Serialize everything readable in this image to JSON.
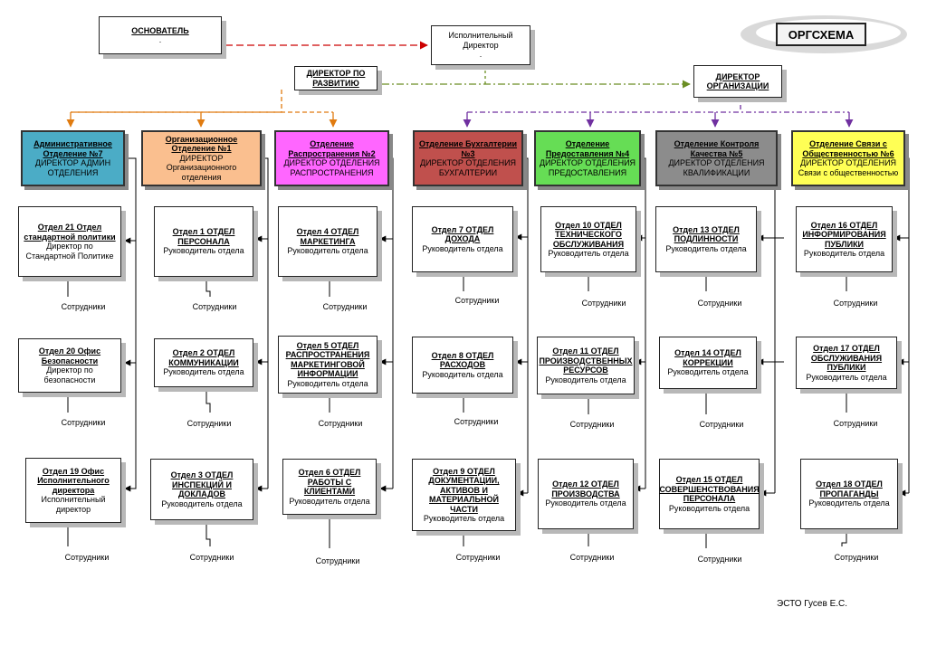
{
  "logo": {
    "title": "ОРГСХЕМА"
  },
  "author": "ЭСТО Гусев Е.С.",
  "top": {
    "founder": {
      "title": "ОСНОВАТЕЛЬ",
      "sub": "."
    },
    "exec": {
      "title": "Исполнительный Директор",
      "sub": "."
    },
    "dev": {
      "title": "ДИРЕКТОР ПО РАЗВИТИЮ"
    },
    "org": {
      "title": "ДИРЕКТОР ОРГАНИЗАЦИИ"
    }
  },
  "branches": [
    {
      "title": "Административное Отделение №7",
      "sub": "ДИРЕКТОР АДМИН ОТДЕЛЕНИЯ",
      "color": "#4bacc6"
    },
    {
      "title": "Организационное Отделение №1",
      "sub": "ДИРЕКТОР Организационного отделения",
      "color": "#fabf8f"
    },
    {
      "title": "Отделение Распространения №2",
      "sub": "ДИРЕКТОР ОТДЕЛЕНИЯ РАСПРОСТРАНЕНИЯ",
      "color": "#ff66ff"
    },
    {
      "title": "Отделение Бухгалтерии №3",
      "sub": "ДИРЕКТОР ОТДЕЛЕНИЯ БУХГАЛТЕРИИ",
      "color": "#c0504d"
    },
    {
      "title": "Отделение Предоставления №4",
      "sub": "ДИРЕКТОР ОТДЕЛЕНИЯ ПРЕДОСТАВЛЕНИЯ",
      "color": "#66dd55"
    },
    {
      "title": "Отделение Контроля Качества №5",
      "sub": "ДИРЕКТОР ОТДЕЛЕНИЯ КВАЛИФИКАЦИИ",
      "color": "#8c8c8c"
    },
    {
      "title": "Отделение Связи с Общественностью №6",
      "sub": "ДИРЕКТОР ОТДЕЛЕНИЯ Связи с общественностью",
      "color": "#ffff55"
    }
  ],
  "departments": [
    {
      "title": "Отдел 21 Отдел стандартной политики",
      "sub": "Директор по Стандартной Политике"
    },
    {
      "title": "Отдел 20 Офис Безопасности",
      "sub": "Директор по безопасности"
    },
    {
      "title": "Отдел 19 Офис Исполнительного директора",
      "sub": "Исполнительный директор"
    },
    {
      "title": "Отдел 1 ОТДЕЛ ПЕРСОНАЛА",
      "sub": "Руководитель отдела"
    },
    {
      "title": "Отдел 2 ОТДЕЛ КОММУНИКАЦИИ",
      "sub": "Руководитель отдела"
    },
    {
      "title": "Отдел 3 ОТДЕЛ ИНСПЕКЦИЙ И ДОКЛАДОВ",
      "sub": "Руководитель отдела"
    },
    {
      "title": "Отдел 4 ОТДЕЛ МАРКЕТИНГА",
      "sub": "Руководитель отдела"
    },
    {
      "title": "Отдел 5 ОТДЕЛ РАСПРОСТРАНЕНИЯ МАРКЕТИНГОВОЙ ИНФОРМАЦИИ",
      "sub": "Руководитель отдела"
    },
    {
      "title": "Отдел 6 ОТДЕЛ РАБОТЫ С КЛИЕНТАМИ",
      "sub": "Руководитель отдела"
    },
    {
      "title": "Отдел 7 ОТДЕЛ ДОХОДА",
      "sub": "Руководитель отдела"
    },
    {
      "title": "Отдел 8 ОТДЕЛ РАСХОДОВ",
      "sub": "Руководитель отдела"
    },
    {
      "title": "Отдел 9 ОТДЕЛ ДОКУМЕНТАЦИИ, АКТИВОВ И МАТЕРИАЛЬНОЙ ЧАСТИ",
      "sub": "Руководитель отдела"
    },
    {
      "title": "Отдел 10 ОТДЕЛ ТЕХНИЧЕСКОГО ОБСЛУЖИВАНИЯ",
      "sub": "Руководитель отдела"
    },
    {
      "title": "Отдел 11 ОТДЕЛ ПРОИЗВОДСТВЕННЫХ РЕСУРСОВ",
      "sub": "Руководитель отдела"
    },
    {
      "title": "Отдел 12 ОТДЕЛ ПРОИЗВОДСТВА",
      "sub": "Руководитель отдела"
    },
    {
      "title": "Отдел 13 ОТДЕЛ ПОДЛИННОСТИ",
      "sub": "Руководитель отдела"
    },
    {
      "title": "Отдел 14 ОТДЕЛ КОРРЕКЦИИ",
      "sub": "Руководитель отдела"
    },
    {
      "title": "Отдел 15 ОТДЕЛ СОВЕРШЕНСТВОВАНИЯ ПЕРСОНАЛА",
      "sub": "Руководитель отдела"
    },
    {
      "title": "Отдел 16 ОТДЕЛ ИНФОРМИРОВАНИЯ ПУБЛИКИ",
      "sub": "Руководитель отдела"
    },
    {
      "title": "Отдел 17 ОТДЕЛ ОБСЛУЖИВАНИЯ ПУБЛИКИ",
      "sub": "Руководитель отдела"
    },
    {
      "title": "Отдел 18 ОТДЕЛ ПРОПАГАНДЫ",
      "sub": "Руководитель отдела"
    }
  ],
  "staff_label": "Сотрудники",
  "line_colors": {
    "founder": "#cc0000",
    "dev": "#e07b10",
    "org": "#7030a0",
    "top": "#6b8e23"
  }
}
